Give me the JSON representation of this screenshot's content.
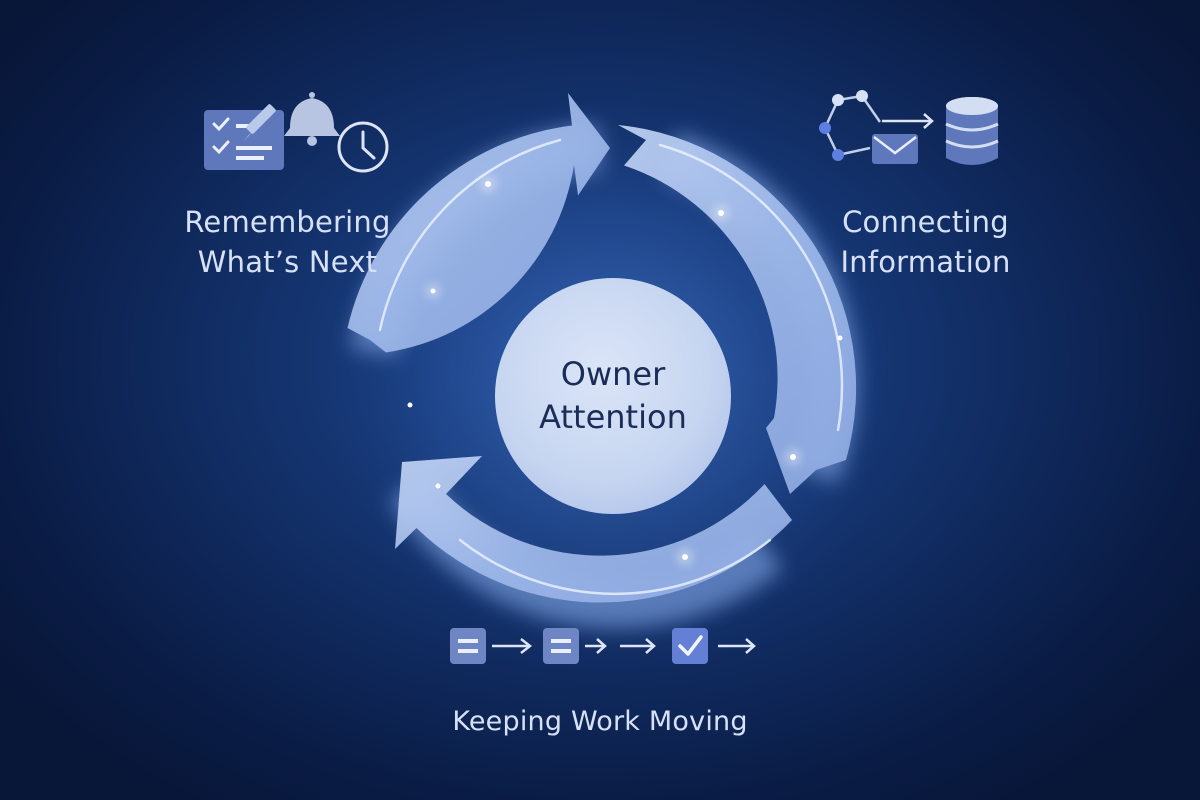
{
  "center": {
    "line1": "Owner",
    "line2": "Attention"
  },
  "stages": {
    "remembering": {
      "line1": "Remembering",
      "line2": "What’s Next",
      "icons": [
        "checklist-icon",
        "pencil-icon",
        "bell-icon",
        "clock-icon"
      ]
    },
    "connecting": {
      "line1": "Connecting",
      "line2": "Information",
      "icons": [
        "network-nodes-icon",
        "envelope-icon",
        "arrow-right-icon",
        "database-icon"
      ]
    },
    "moving": {
      "label": "Keeping Work Moving",
      "icons": [
        "task-card-icon",
        "arrow-right-icon",
        "task-card-icon",
        "arrow-right-icon",
        "arrow-right-icon",
        "checkbox-checked-icon",
        "arrow-right-icon"
      ]
    }
  },
  "colors": {
    "background_center": "#1f4c98",
    "background_edge": "#081637",
    "ring": "#a9c1ee",
    "ring_highlight": "#e4edff",
    "core": "#c9d7f1",
    "icon_tile": "#5e78bb",
    "text": "#d7e1f6",
    "center_text": "#1a2c57"
  }
}
